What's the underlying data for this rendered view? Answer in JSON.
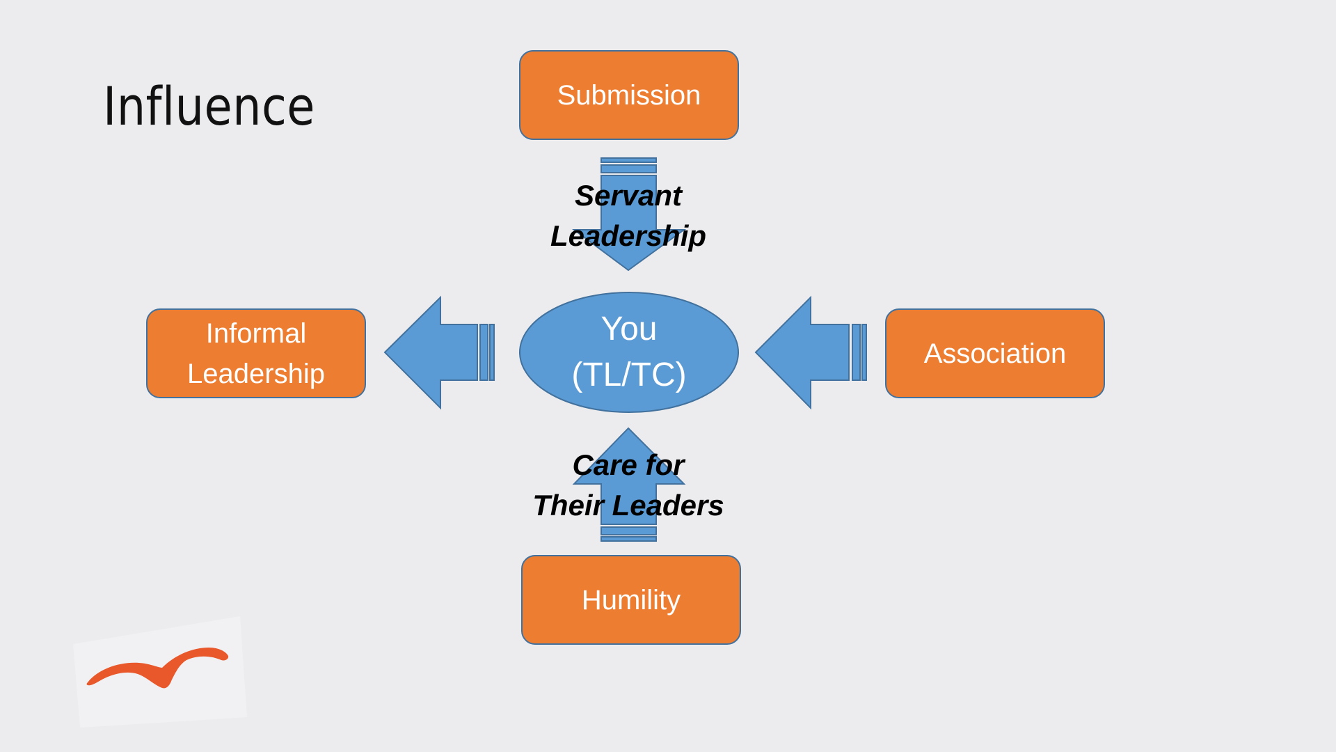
{
  "slide": {
    "title": "Influence"
  },
  "diagram": {
    "center": {
      "label": "You\n(TL/TC)"
    },
    "nodes": {
      "top": {
        "label": "Submission"
      },
      "left": {
        "label": "Informal\nLeadership"
      },
      "right": {
        "label": "Association"
      },
      "bottom": {
        "label": "Humility"
      }
    },
    "arrow_labels": {
      "top": "Servant\nLeadership",
      "bottom": "Care for\nTheir Leaders"
    },
    "arrows": [
      {
        "from": "Submission",
        "to": "You (TL/TC)",
        "direction": "down",
        "label": "Servant Leadership"
      },
      {
        "from": "You (TL/TC)",
        "to": "Informal Leadership",
        "direction": "left",
        "label": ""
      },
      {
        "from": "Association",
        "to": "You (TL/TC)",
        "direction": "left",
        "label": ""
      },
      {
        "from": "Humility",
        "to": "You (TL/TC)",
        "direction": "up",
        "label": "Care for Their Leaders"
      }
    ],
    "colors": {
      "box_fill": "#ed7d31",
      "box_border": "#41719c",
      "shape_fill": "#5b9bd5",
      "shape_border": "#41719c",
      "background": "#ececef",
      "logo": "#e8582a"
    }
  },
  "logo": {
    "icon": "seagull-logo-icon"
  }
}
